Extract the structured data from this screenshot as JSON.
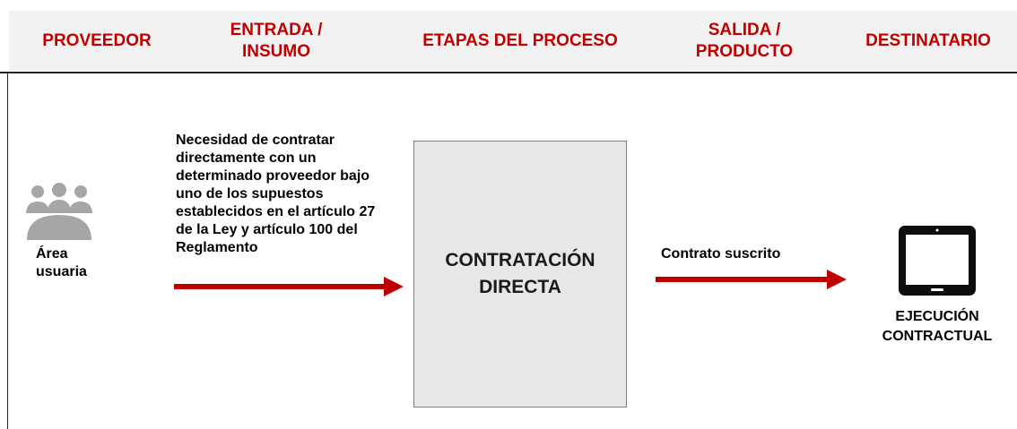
{
  "header": {
    "proveedor": "PROVEEDOR",
    "entrada": "ENTRADA /\nINSUMO",
    "etapas": "ETAPAS DEL PROCESO",
    "salida": "SALIDA /\nPRODUCTO",
    "destinatario": "DESTINATARIO"
  },
  "supplier": {
    "label": "Área\nusuaria",
    "icon": "people-group-icon"
  },
  "input": {
    "text": "Necesidad de contratar\ndirectamente con un\ndeterminado proveedor bajo\nuno de los supuestos\nestablecidos  en el artículo 27\nde la Ley y artículo 100  del\nReglamento"
  },
  "process": {
    "label": "CONTRATACIÓN\nDIRECTA"
  },
  "output": {
    "text": "Contrato suscrito"
  },
  "recipient": {
    "label": "EJECUCIÓN\nCONTRACTUAL",
    "icon": "tablet-icon"
  },
  "colors": {
    "accent": "#c00000",
    "header_bg": "#f2f2f2",
    "box_bg": "#e7e7e7"
  }
}
